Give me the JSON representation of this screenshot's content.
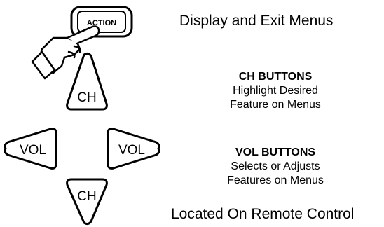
{
  "remote": {
    "action_button_label": "ACTION",
    "ch_up_label": "CH",
    "ch_down_label": "CH",
    "vol_left_label": "VOL",
    "vol_right_label": "VOL"
  },
  "captions": {
    "action": "Display and Exit Menus",
    "ch_heading": "CH BUTTONS",
    "ch_line1": "Highlight Desired",
    "ch_line2": "Feature on Menus",
    "vol_heading": "VOL BUTTONS",
    "vol_line1": "Selects or Adjusts",
    "vol_line2": "Features on Menus",
    "footer": "Located On Remote Control"
  }
}
